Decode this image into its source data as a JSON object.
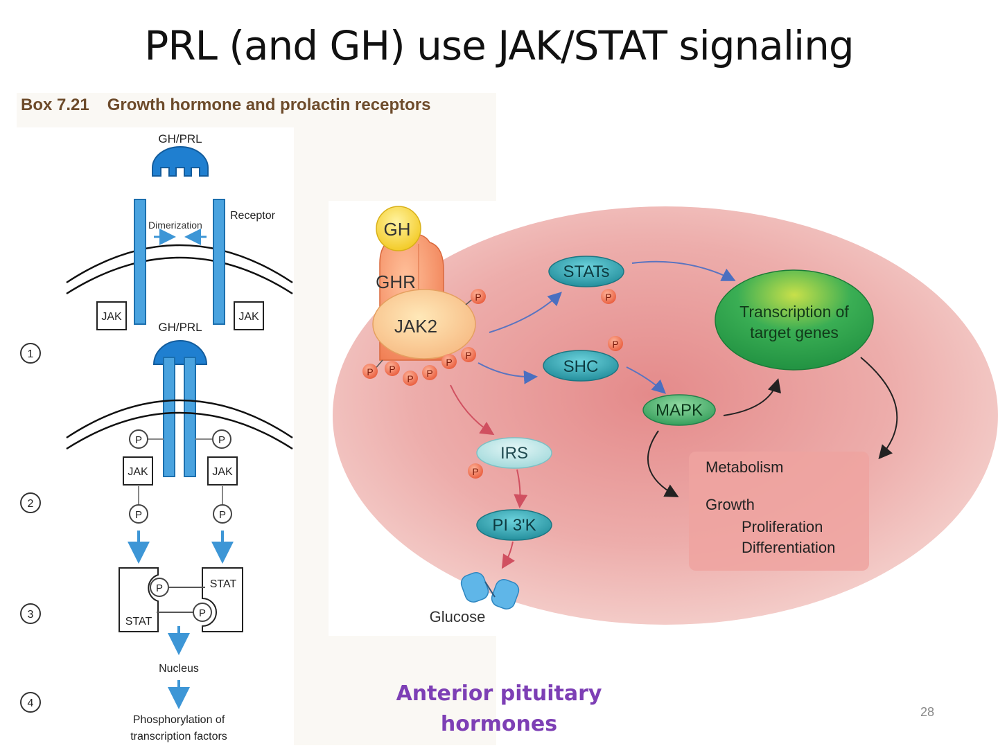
{
  "title": "PRL (and GH) use JAK/STAT signaling",
  "box": {
    "number": "Box 7.21",
    "heading": "Growth hormone and prolactin receptors",
    "ligand_top": "GH/PRL",
    "ligand_bound": "GH/PRL",
    "receptor": "Receptor",
    "dimerization": "Dimerization",
    "jak": "JAK",
    "p": "P",
    "stat": "STAT",
    "nucleus": "Nucleus",
    "phospho_line1": "Phosphorylation of",
    "phospho_line2": "transcription factors",
    "steps": [
      "1",
      "2",
      "3",
      "4"
    ]
  },
  "pathway": {
    "gh": "GH",
    "ghr": "GHR",
    "jak2": "JAK2",
    "p": "P",
    "stats": "STATs",
    "shc": "SHC",
    "mapk": "MAPK",
    "irs": "IRS",
    "pi3k": "PI 3'K",
    "glucose": "Glucose",
    "transcription_line1": "Transcription of",
    "transcription_line2": "target genes",
    "metabolism": "Metabolism",
    "growth": "Growth",
    "proliferation": "Proliferation",
    "differentiation": "Differentiation"
  },
  "caption_line1": "Anterior pituitary",
  "caption_line2": "hormones",
  "page_number": "28",
  "colors": {
    "box_heading": "#6d4b2b",
    "receptor_blue": "#4aa3df",
    "caption_purple": "#7d3fb5",
    "cell_pink": "#e9a0a0",
    "stat_teal": "#2e9aa8",
    "mapk_green": "#3da766"
  }
}
